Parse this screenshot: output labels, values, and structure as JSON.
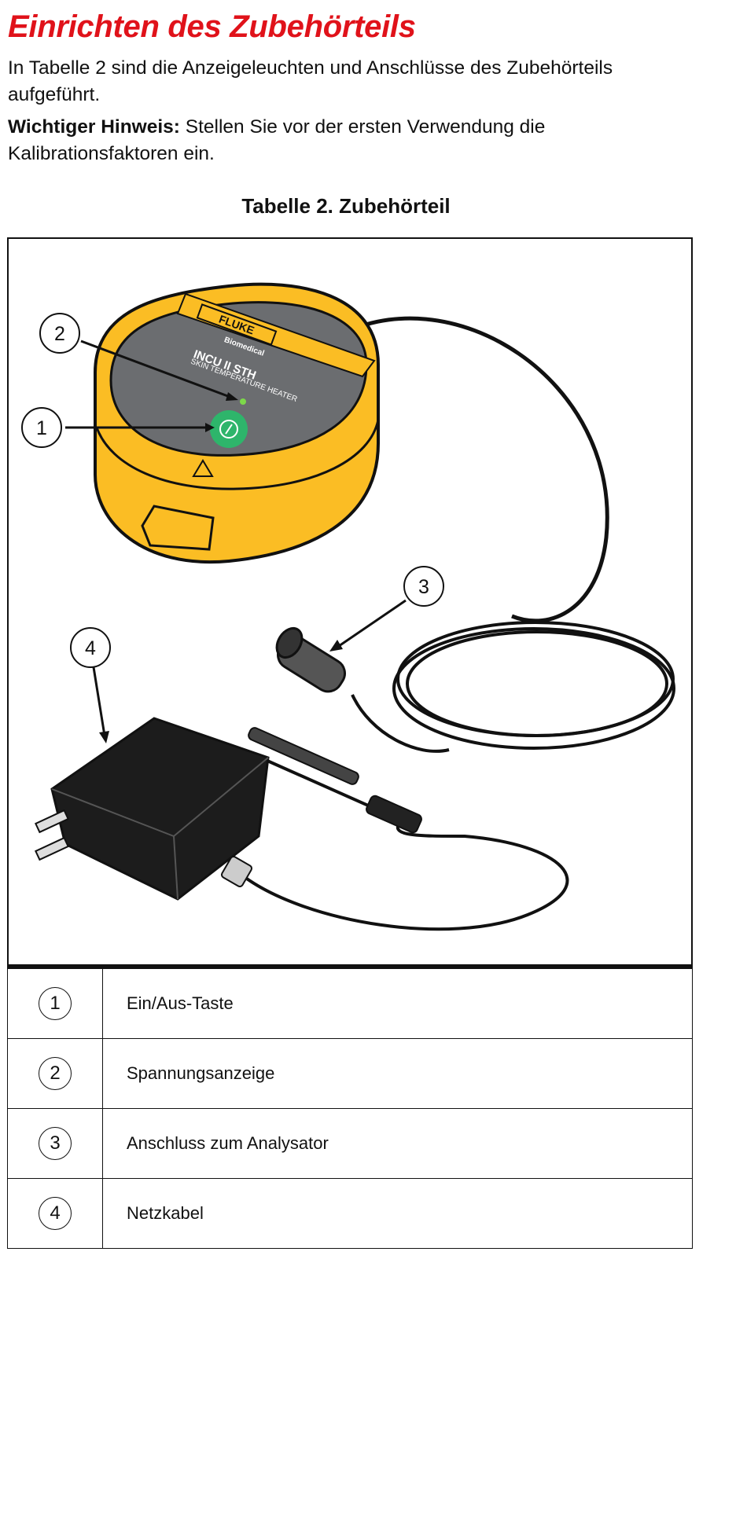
{
  "heading": "Einrichten des Zubehörteils",
  "intro": "In Tabelle 2 sind die Anzeigeleuchten und Anschlüsse des Zubehörteils aufgeführt.",
  "note": {
    "label": "Wichtiger Hinweis:",
    "text": " Stellen Sie vor der ersten Verwendung die Kalibrationsfaktoren ein."
  },
  "table": {
    "caption": "Tabelle 2. Zubehörteil",
    "figure": {
      "brand": "FLUKE",
      "sub_brand": "Biomedical",
      "model": "INCU II STH",
      "model_subtitle": "SKIN TEMPERATURE HEATER",
      "callouts": [
        "1",
        "2",
        "3",
        "4"
      ]
    },
    "rows": [
      {
        "num": "1",
        "label": "Ein/Aus-Taste"
      },
      {
        "num": "2",
        "label": "Spannungsanzeige"
      },
      {
        "num": "3",
        "label": "Anschluss zum Analysator"
      },
      {
        "num": "4",
        "label": "Netzkabel"
      }
    ]
  },
  "colors": {
    "heading": "#e0121a",
    "housing_yellow": "#fbbd24",
    "housing_top": "#6b6d70",
    "power_button": "#2eb56b",
    "adapter": "#1c1c1c"
  }
}
